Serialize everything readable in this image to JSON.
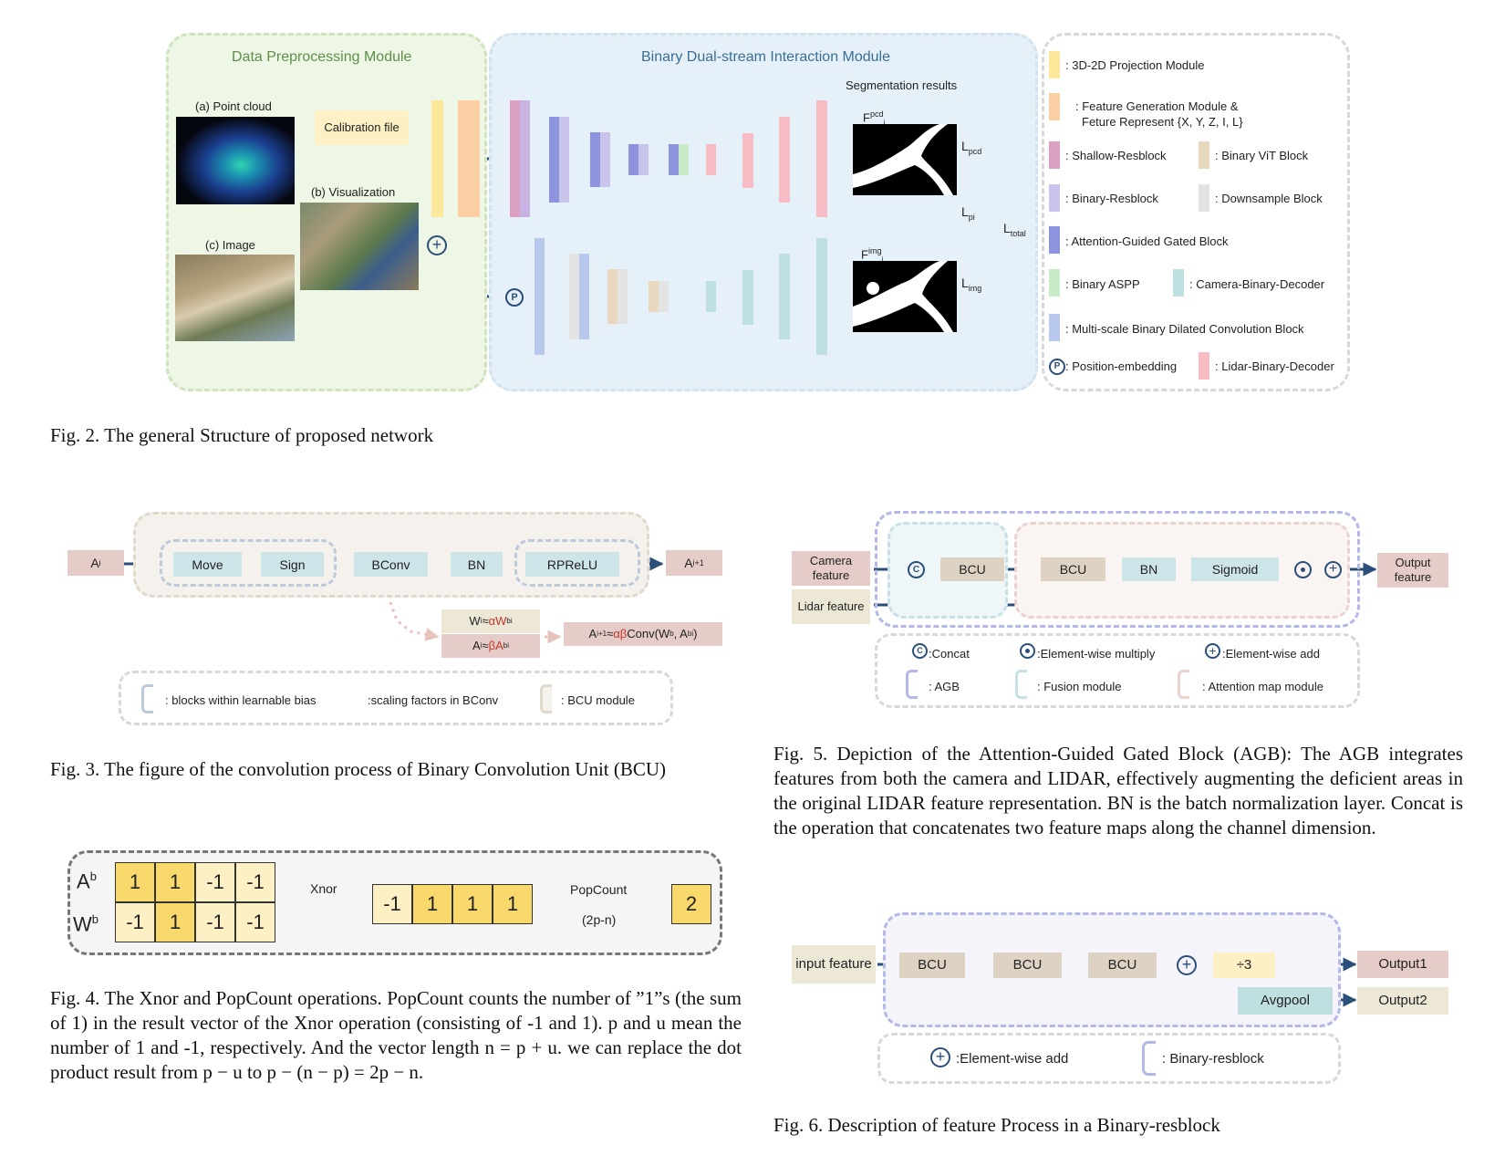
{
  "fig2": {
    "data_module_title": "Data Preprocessing Module",
    "binary_module_title": "Binary Dual-stream Interaction Module",
    "point_cloud_label": "(a) Point cloud",
    "visualization_label": "(b) Visualization",
    "image_label": "(c) Image",
    "calibration_label": "Calibration file",
    "segmentation_label": "Segmentation results",
    "f_pcd": "F",
    "f_pcd_sup": "pcd",
    "f_pcd_sub": "i",
    "f_img": "F",
    "f_img_sup": "img",
    "f_img_sub": "i",
    "l_pcd": "L",
    "l_pcd_sub": "pcd",
    "l_pi": "L",
    "l_pi_sub": "pi",
    "l_img": "L",
    "l_img_sub": "img",
    "l_total": "L",
    "l_total_sub": "total",
    "position_symbol": "P",
    "legend": [
      {
        "label": ": 3D-2D Projection Module",
        "color": "#fbe89a"
      },
      {
        "label": ": Feature Generation Module &",
        "label2": "Feture Represent {X, Y, Z, I, L}",
        "color": "#f9cfa3"
      },
      {
        "label": ": Shallow-Resblock",
        "color": "#d9a0c4"
      },
      {
        "label": ": Binary ViT Block",
        "color": "#e8d8c0"
      },
      {
        "label": ": Binary-Resblock",
        "color": "#c8c4ec"
      },
      {
        "label": ": Downsample Block",
        "color": "#e3e3e3"
      },
      {
        "label": ": Attention-Guided Gated Block",
        "color": "#8d93dc"
      },
      {
        "label": ": Binary ASPP",
        "color": "#c8ebc8"
      },
      {
        "label": ": Camera-Binary-Decoder",
        "color": "#bfe0e0"
      },
      {
        "label": ": Multi-scale Binary Dilated Convolution Block",
        "color": "#b8c8ec"
      },
      {
        "label": ": Position-embedding",
        "color": "#2c4f7a"
      },
      {
        "label": ": Lidar-Binary-Decoder",
        "color": "#f7bcc4"
      }
    ],
    "caption": "Fig. 2.  The general Structure of proposed network"
  },
  "fig3": {
    "a_i": "A",
    "a_i_sub": "i",
    "move": "Move",
    "sign": "Sign",
    "bconv": "BConv",
    "bn": "BN",
    "rprelu": "RPReLU",
    "a_next": "A",
    "a_next_sub": "i+1",
    "w_approx_pre": "W",
    "w_approx_sub": "i",
    "w_approx_mid": " ≈ ",
    "w_approx_red": "αW",
    "w_approx_sup": "b",
    "w_approx_sub2": "i",
    "a_approx_pre": "A",
    "a_approx_sub": "i",
    "a_approx_mid": " ≈ ",
    "a_approx_red": "βA",
    "a_approx_sup": "b",
    "a_approx_sub2": "i",
    "result_pre": "A",
    "result_sub": "i+1",
    "result_mid": " ≈ ",
    "result_red": "αβ",
    "result_post": "Conv(W",
    "result_sup1": "b",
    "result_post2": ", A",
    "result_sup2": "b",
    "result_sub3": "i",
    "result_end": ")",
    "legend_bias": ": blocks within learnable bias",
    "legend_scaling": ":scaling factors in BConv",
    "legend_bcu": ": BCU module",
    "caption": "Fig. 3.  The figure of the convolution process of Binary Convolution Unit (BCU)"
  },
  "fig4": {
    "a_label": "A",
    "a_sup": "b",
    "w_label": "W",
    "w_sup": "b",
    "a_row": [
      "1",
      "1",
      "-1",
      "-1"
    ],
    "w_row": [
      "-1",
      "1",
      "-1",
      "-1"
    ],
    "xnor": "Xnor",
    "result_row": [
      "-1",
      "1",
      "1",
      "1"
    ],
    "popcount": "PopCount",
    "popcount_formula": "(2p-n)",
    "output": "2",
    "caption": "Fig. 4.  The Xnor and PopCount operations. PopCount counts the number of ”1”s (the sum of 1) in the result vector of the Xnor operation (consisting of -1 and 1). p and u mean the number of 1 and -1, respectively. And the vector length n = p + u. we can replace the dot product result from p − u to p − (n − p) = 2p − n."
  },
  "fig5": {
    "camera_feature": "Camera feature",
    "lidar_feature": "Lidar feature",
    "bcu1": "BCU",
    "bcu2": "BCU",
    "bn": "BN",
    "sigmoid": "Sigmoid",
    "output_feature": "Output feature",
    "concat_symbol": "C",
    "legend_concat": ":Concat",
    "legend_multiply": ":Element-wise multiply",
    "legend_add": ":Element-wise add",
    "legend_agb": ": AGB",
    "legend_fusion": ": Fusion module",
    "legend_attention": ": Attention map module",
    "caption": "Fig. 5.  Depiction of the Attention-Guided Gated Block (AGB): The AGB integrates features from both the camera and LIDAR, effectively augmenting the deficient areas in the original LIDAR feature representation. BN is the batch normalization layer. Concat is the operation that concatenates two feature maps along the channel dimension."
  },
  "fig6": {
    "input_feature": "input feature",
    "bcu1": "BCU",
    "bcu2": "BCU",
    "bcu3": "BCU",
    "div3": "÷3",
    "avgpool": "Avgpool",
    "output1": "Output1",
    "output2": "Output2",
    "legend_add": ":Element-wise add",
    "legend_resblock": ": Binary-resblock",
    "caption": "Fig. 6.  Description of feature Process in a Binary-resblock"
  }
}
